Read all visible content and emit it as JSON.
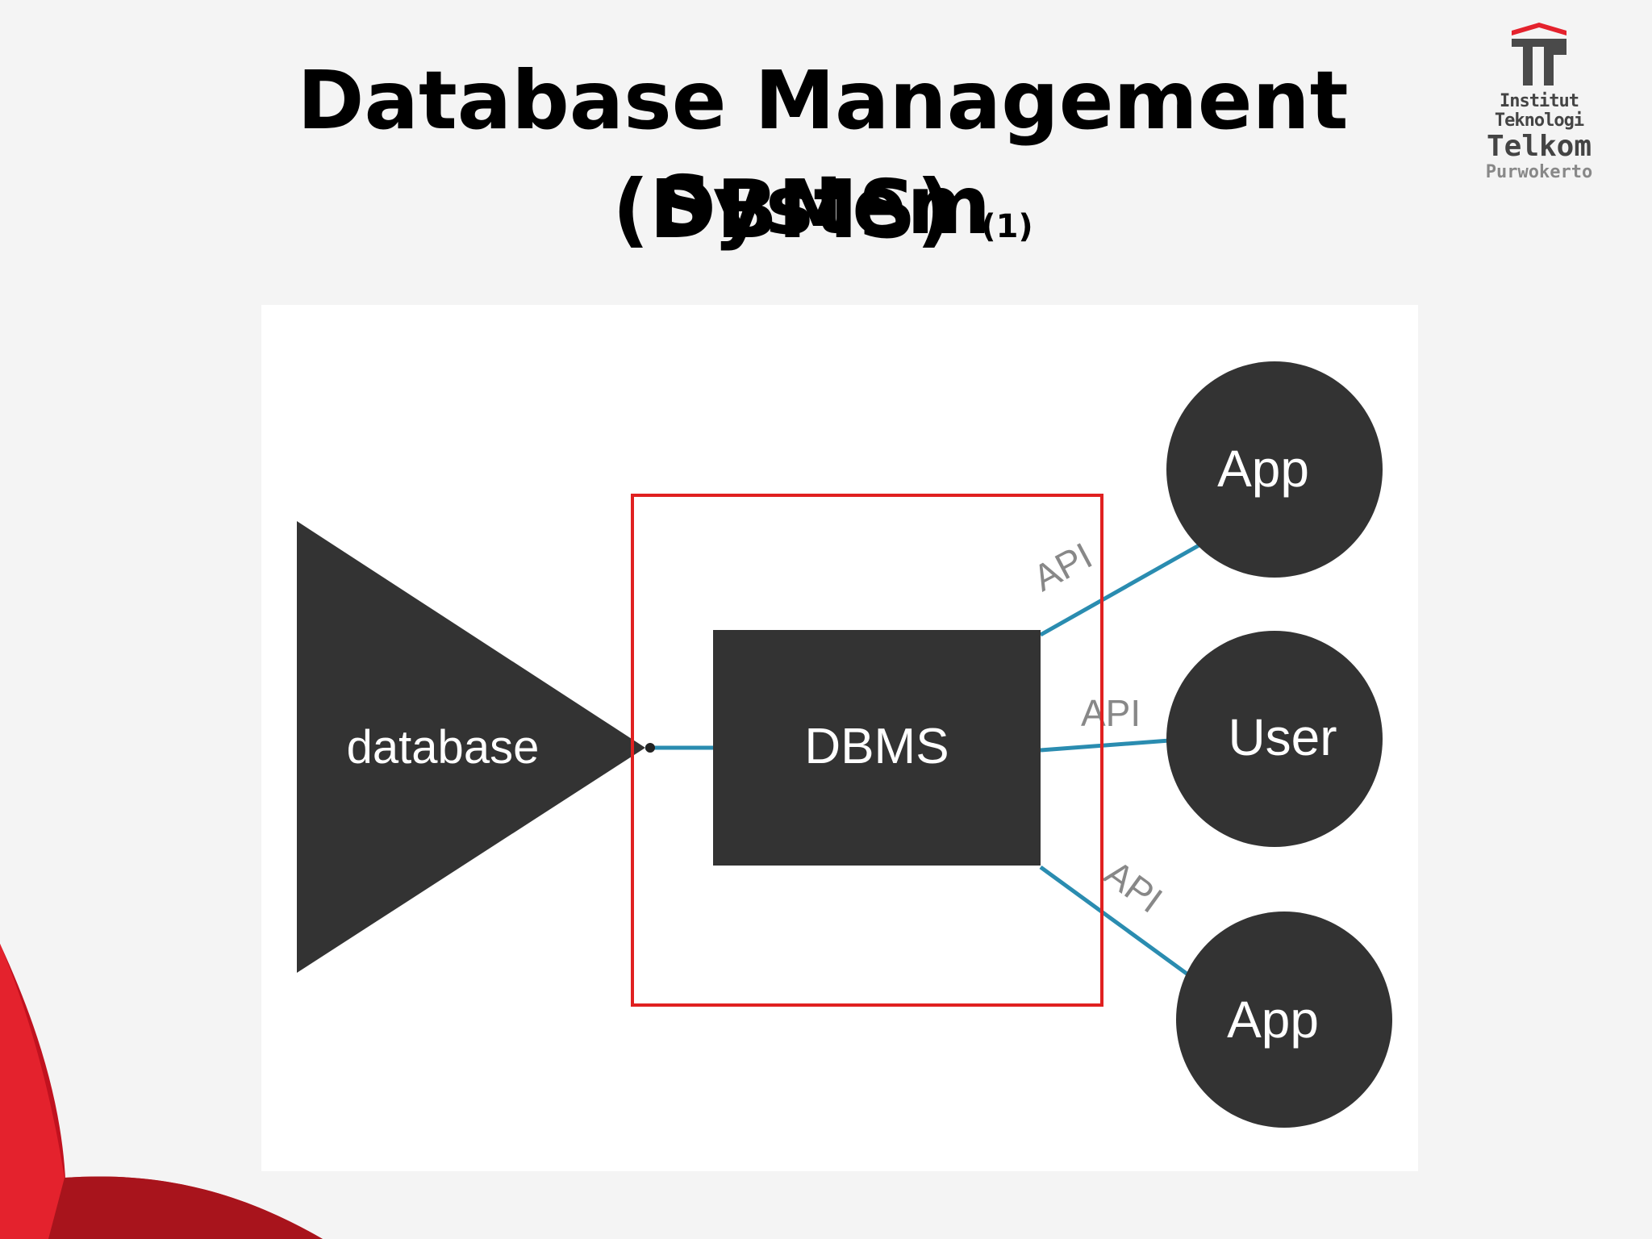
{
  "slide": {
    "title_line1": "Database Management System",
    "title_line2": "(DBMS)",
    "title_suffix": "(1)"
  },
  "logo": {
    "line1": "Institut Teknologi",
    "line2": "Telkom",
    "line3": "Purwokerto"
  },
  "diagram": {
    "database_label": "database",
    "dbms_label": "DBMS",
    "nodes": [
      {
        "label": "App"
      },
      {
        "label": "User"
      },
      {
        "label": "App"
      }
    ],
    "edge_labels": [
      "API",
      "API",
      "API"
    ]
  },
  "colors": {
    "shape_fill": "#333333",
    "shape_text": "#ffffff",
    "connector": "#2a8cb0",
    "highlight_box": "#e02020",
    "brand_red": "#e4222d"
  }
}
